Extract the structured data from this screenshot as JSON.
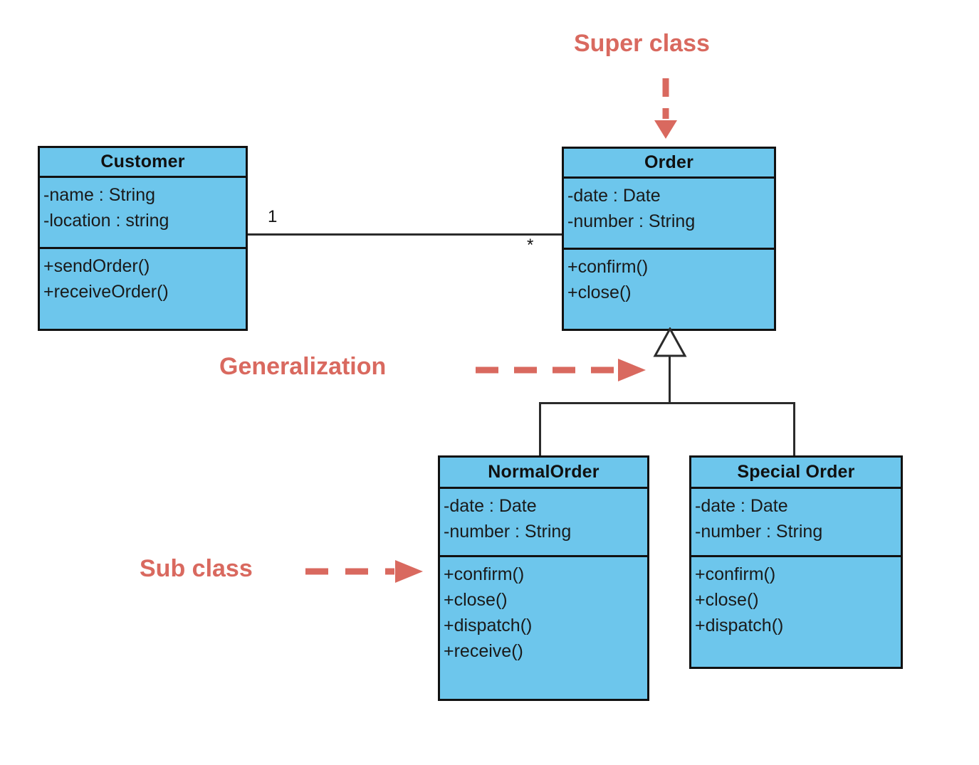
{
  "diagram": {
    "type": "uml-class-diagram",
    "colors": {
      "class_fill": "#6dc6ec",
      "class_border": "#111111",
      "annotation": "#d9695f",
      "connector": "#2b2b2b",
      "background": "#ffffff"
    }
  },
  "classes": [
    {
      "id": "customer",
      "name": "Customer",
      "attributes": [
        "-name : String",
        "-location : string"
      ],
      "methods": [
        "+sendOrder()",
        "+receiveOrder()"
      ]
    },
    {
      "id": "order",
      "name": "Order",
      "attributes": [
        "-date : Date",
        "-number : String"
      ],
      "methods": [
        "+confirm()",
        "+close()"
      ]
    },
    {
      "id": "normalorder",
      "name": "NormalOrder",
      "attributes": [
        "-date : Date",
        "-number : String"
      ],
      "methods": [
        "+confirm()",
        "+close()",
        "+dispatch()",
        "+receive()"
      ]
    },
    {
      "id": "specialorder",
      "name": "Special Order",
      "attributes": [
        "-date : Date",
        "-number : String"
      ],
      "methods": [
        "+confirm()",
        "+close()",
        "+dispatch()"
      ]
    }
  ],
  "association": {
    "source": "Customer",
    "target": "Order",
    "source_multiplicity": "1",
    "target_multiplicity": "*"
  },
  "generalization": {
    "parent": "Order",
    "children": [
      "NormalOrder",
      "Special Order"
    ],
    "arrowhead": "hollow-triangle"
  },
  "annotations": [
    {
      "id": "super-class",
      "label": "Super class",
      "arrow": "dashed-down-arrow",
      "points_to": "Order"
    },
    {
      "id": "generalization",
      "label": "Generalization",
      "arrow": "dashed-right-arrow",
      "points_to": "generalization-triangle"
    },
    {
      "id": "sub-class",
      "label": "Sub class",
      "arrow": "dashed-right-arrow",
      "points_to": "NormalOrder"
    }
  ]
}
